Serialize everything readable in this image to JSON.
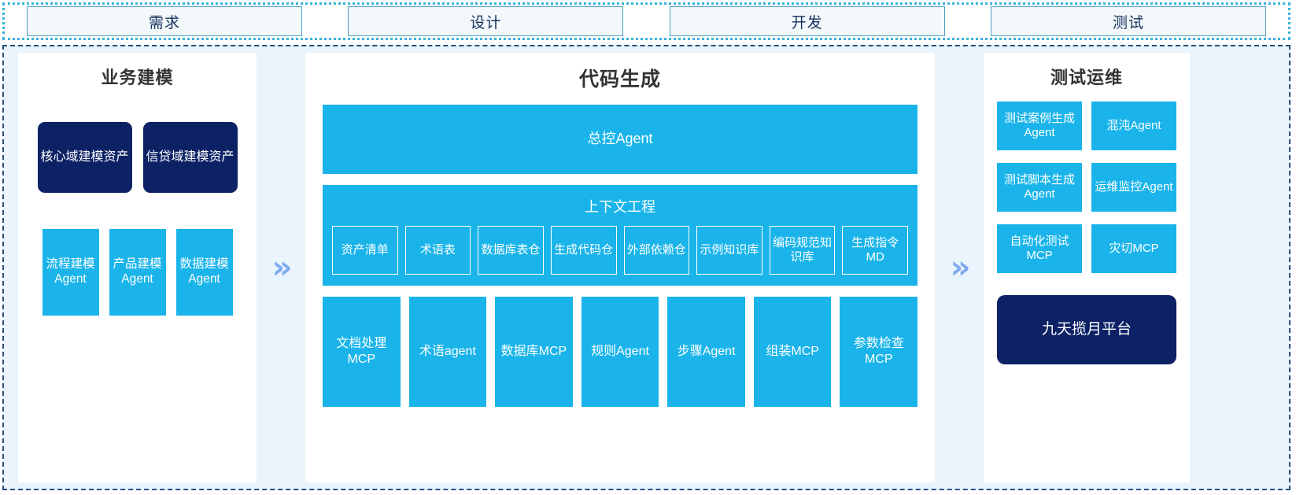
{
  "phases": [
    {
      "label": "需求"
    },
    {
      "label": "设计"
    },
    {
      "label": "开发"
    },
    {
      "label": "测试"
    }
  ],
  "colors": {
    "accent_cyan": "#1ab4ea",
    "navy": "#0d2265",
    "panel_bg": "#e9f4fc",
    "chevron": "#7fa9f0",
    "phase_border": "#4a9fc0",
    "phase_fill": "#f3f8fa"
  },
  "arrows": {
    "glyph": "»",
    "name": "double-chevron-right"
  },
  "columns": {
    "business_modeling": {
      "title": "业务建模",
      "assets": [
        {
          "label": "核心域建模资产"
        },
        {
          "label": "信贷域建模资产"
        }
      ],
      "agents": [
        {
          "label": "流程建模Agent"
        },
        {
          "label": "产品建模Agent"
        },
        {
          "label": "数据建模Agent"
        }
      ]
    },
    "code_generation": {
      "title": "代码生成",
      "master_agent": "总控Agent",
      "context_engineering": {
        "title": "上下文工程",
        "items": [
          {
            "label": "资产清单"
          },
          {
            "label": "术语表"
          },
          {
            "label": "数据库表仓"
          },
          {
            "label": "生成代码仓"
          },
          {
            "label": "外部依赖仓"
          },
          {
            "label": "示例知识库"
          },
          {
            "label": "编码规范知识库"
          },
          {
            "label": "生成指令MD"
          }
        ]
      },
      "tools": [
        {
          "label": "文档处理MCP"
        },
        {
          "label": "术语agent"
        },
        {
          "label": "数据库MCP"
        },
        {
          "label": "规则Agent"
        },
        {
          "label": "步骤Agent"
        },
        {
          "label": "组装MCP"
        },
        {
          "label": "参数检查MCP"
        }
      ]
    },
    "test_ops": {
      "title": "测试运维",
      "rows": [
        [
          {
            "label": "测试案例生成Agent"
          },
          {
            "label": "混沌Agent"
          }
        ],
        [
          {
            "label": "测试脚本生成Agent"
          },
          {
            "label": "运维监控Agent"
          }
        ],
        [
          {
            "label": "自动化测试MCP"
          },
          {
            "label": "灾切MCP"
          }
        ]
      ],
      "platform": {
        "label": "九天揽月平台"
      }
    }
  }
}
